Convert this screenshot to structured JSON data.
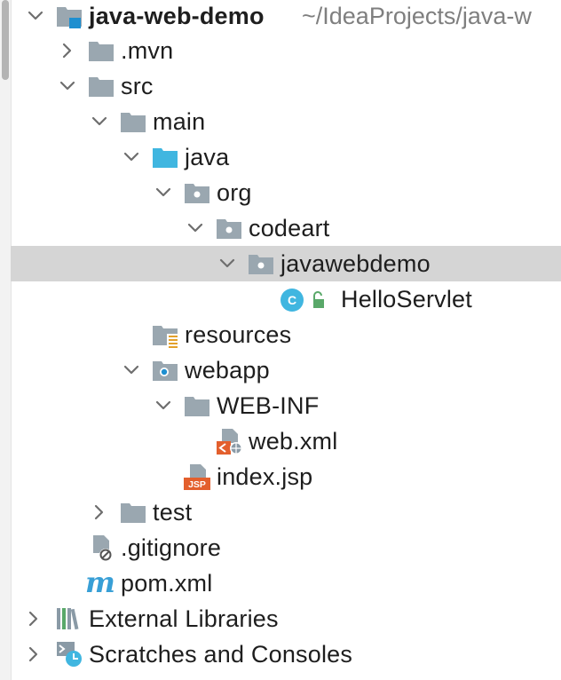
{
  "project_tree": {
    "root": {
      "name": "java-web-demo",
      "path": "~/IdeaProjects/java-w"
    },
    "mvn": ".mvn",
    "src": "src",
    "main": "main",
    "java": "java",
    "org": "org",
    "codeart": "codeart",
    "javawebdemo": "javawebdemo",
    "hello_servlet": "HelloServlet",
    "resources": "resources",
    "webapp": "webapp",
    "web_inf": "WEB-INF",
    "web_xml": "web.xml",
    "index_jsp": "index.jsp",
    "test": "test",
    "gitignore": ".gitignore",
    "pom_xml": "pom.xml",
    "external_libraries": "External Libraries",
    "scratches": "Scratches and Consoles"
  },
  "icons": {
    "class_badge": "C",
    "jsp_badge": "JSP",
    "maven_glyph": "m"
  },
  "colors": {
    "selection": "#d5d5d5",
    "folder_gray": "#9aa7b0",
    "source_folder_blue": "#40b6e0",
    "class_circle": "#40b6e0",
    "unlock_green": "#59a869",
    "jsp_orange": "#e35f2d",
    "maven_blue": "#389fd6"
  }
}
